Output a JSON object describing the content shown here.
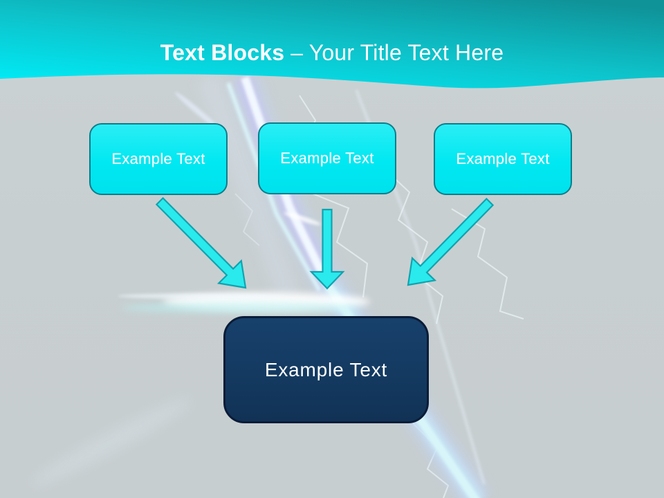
{
  "slide": {
    "header": {
      "title_emphasis": "Text Blocks",
      "title_rest": "– Your Title Text Here"
    },
    "source_boxes": [
      {
        "label": "Example Text"
      },
      {
        "label": "Example Text"
      },
      {
        "label": "Example Text"
      }
    ],
    "target_box": {
      "label": "Example Text"
    },
    "arrows": [
      {
        "name": "arrow-down-right",
        "direction": "down-right"
      },
      {
        "name": "arrow-down",
        "direction": "down"
      },
      {
        "name": "arrow-down-left",
        "direction": "down-left"
      }
    ],
    "colors": {
      "header_teal_dark": "#0F9399",
      "header_teal_bright": "#00EAF5",
      "body_background": "#C8CFD1",
      "block_fill": "#00E8F2",
      "block_border": "#0E7D8A",
      "arrow_fill": "#2AEAEE",
      "arrow_border": "#10A3AE",
      "target_fill": "#143A61",
      "target_border": "#0A1C38",
      "title_color": "#FFFFFF"
    }
  }
}
